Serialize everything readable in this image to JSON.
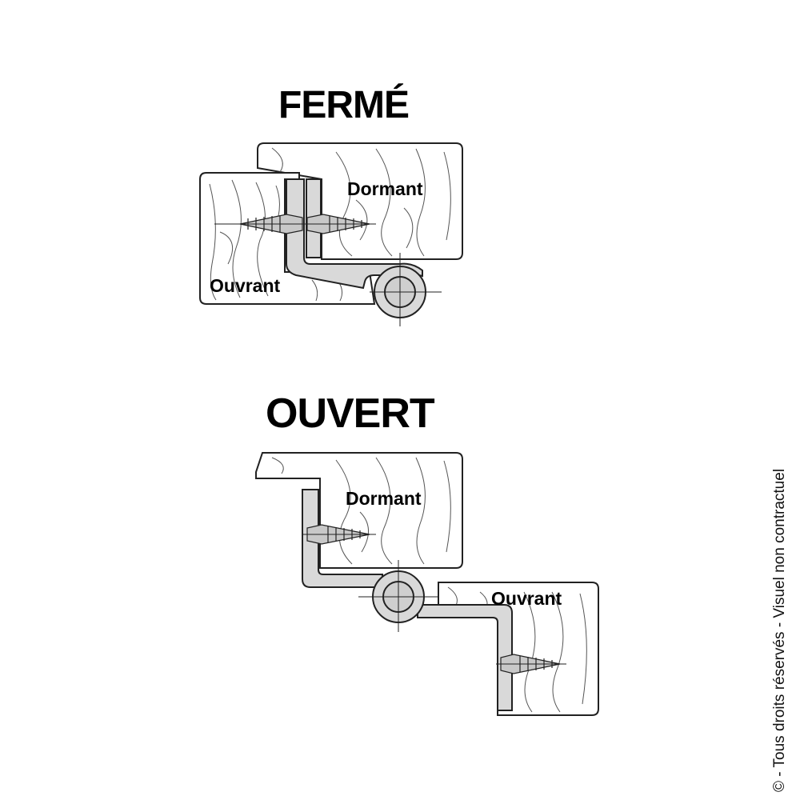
{
  "titles": {
    "closed": "FERMÉ",
    "open": "OUVERT"
  },
  "labels": {
    "dormant": "Dormant",
    "ouvrant": "Ouvrant"
  },
  "copyright": "© - Tous droits réservés - Visuel non contractuel",
  "colors": {
    "outline": "#222222",
    "metal": "#d9d9d9",
    "background": "#ffffff"
  }
}
